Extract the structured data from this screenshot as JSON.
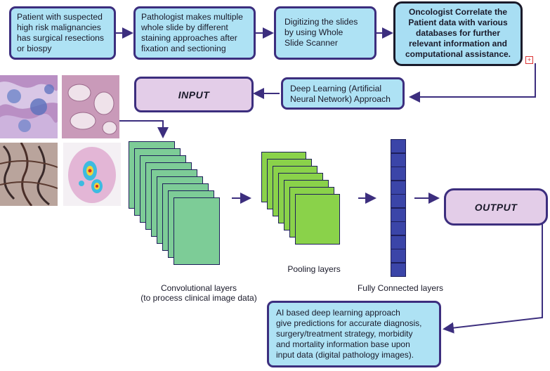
{
  "step_boxes": [
    {
      "id": "patient",
      "text": "Patient with suspected\nhigh risk malignancies\nhas surgical resections\nor biospy"
    },
    {
      "id": "pathologist",
      "text": "Pathologist makes multiple\nwhole slide by different\nstaining approaches after\nfixation and sectioning"
    },
    {
      "id": "digitizing",
      "text": "Digitizing the slides\nby using Whole\nSlide Scanner"
    },
    {
      "id": "oncologist",
      "text": "Oncologist Correlate the\nPatient data with various\ndatabases for further\nrelevant information and\ncomputational assistance."
    }
  ],
  "deep_learning_box": "Deep Learning (Artificial\nNeural Network) Approach",
  "input_label": "INPUT",
  "output_label": "OUTPUT",
  "layer_labels": {
    "convolutional": "Convolutional layers\n(to process clinical image data)",
    "pooling": "Pooling layers",
    "fully_connected": "Fully Connected layers"
  },
  "result_box": "AI based deep learning approach\ngive predictions for accurate diagnosis,\nsurgery/treatment strategy, morbidity\nand mortality information base upon\ninput data (digital pathology images).",
  "colors": {
    "box_fill": "#aee2f4",
    "oncologist_fill": "#a8def3",
    "border": "#3c2e7e",
    "input_output_fill": "#e3cde8",
    "conv_fill": "#7dcc97",
    "pool_fill": "#8ad24a",
    "fc_fill": "#3b45a8",
    "arrow": "#3c2e7e"
  }
}
